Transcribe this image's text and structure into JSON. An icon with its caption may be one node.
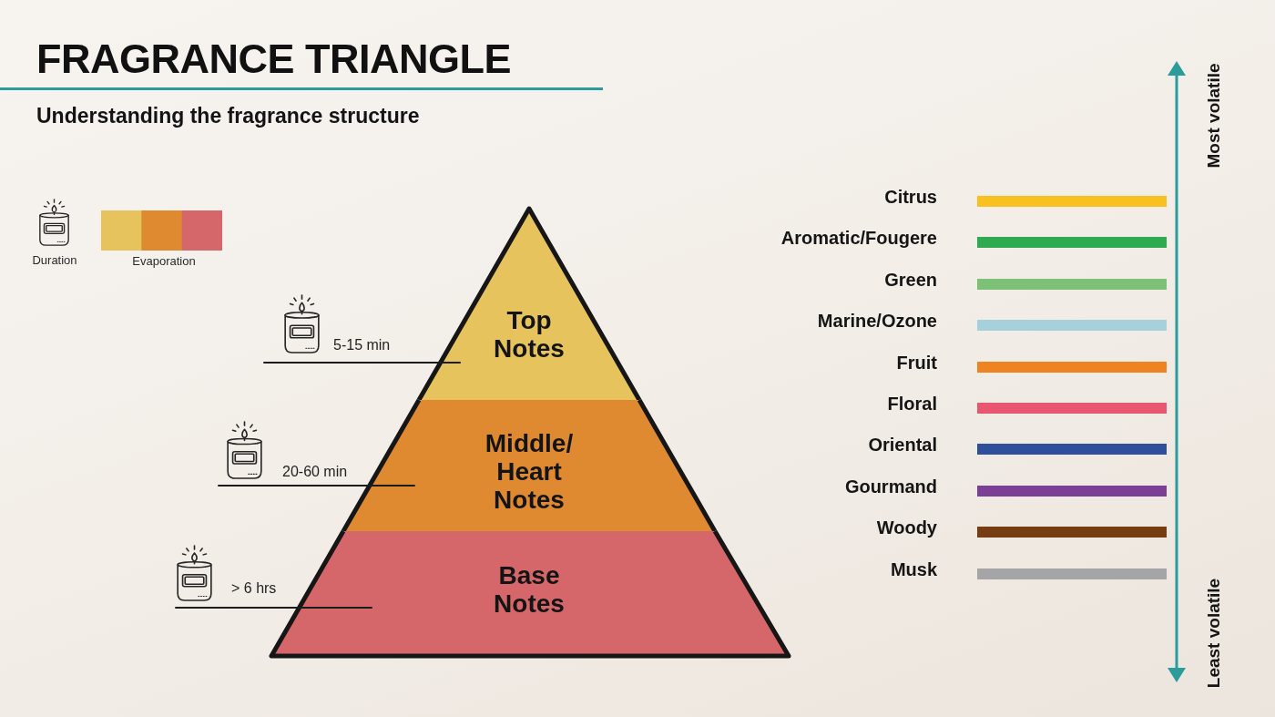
{
  "diagram": {
    "title": "FRAGRANCE TRIANGLE",
    "nodes": [
      {
        "text": [
          "5-15 min"
        ]
      },
      {
        "text": [
          "Top Notes"
        ]
      },
      {
        "text": [
          "20-60 min"
        ]
      },
      {
        "text": [
          "Middle/ Heart Notes"
        ]
      },
      {
        "text": [
          "> 6 hrs"
        ]
      },
      {
        "text": [
          "Base Notes"
        ]
      }
    ],
    "edges": [
      {
        "from": 0,
        "to": 1,
        "arrow": "none"
      },
      {
        "from": 2,
        "to": 3,
        "arrow": "none"
      },
      {
        "from": 4,
        "to": 5,
        "arrow": "none"
      }
    ],
    "labels": [
      "Understanding the fragrance structure",
      "Most volatile",
      "Least volatile"
    ],
    "legend": [
      {
        "text": "Duration"
      },
      {
        "text": "Evaporation"
      },
      {
        "text": "Citrus",
        "color": "#f9c11f"
      },
      {
        "text": "Aromatic/Fougere",
        "color": "#2eaa50"
      },
      {
        "text": "Green",
        "color": "#7cc176"
      },
      {
        "text": "Marine/Ozone",
        "color": "#a6d0dc"
      },
      {
        "text": "Fruit",
        "color": "#ef8321"
      },
      {
        "text": "Floral",
        "color": "#e9566f"
      },
      {
        "text": "Oriental",
        "color": "#2f4f9c"
      },
      {
        "text": "Gourmand",
        "color": "#7b3f98"
      },
      {
        "text": "Woody",
        "color": "#763d12"
      },
      {
        "text": "Musk",
        "color": "#a5a5a7"
      }
    ]
  }
}
